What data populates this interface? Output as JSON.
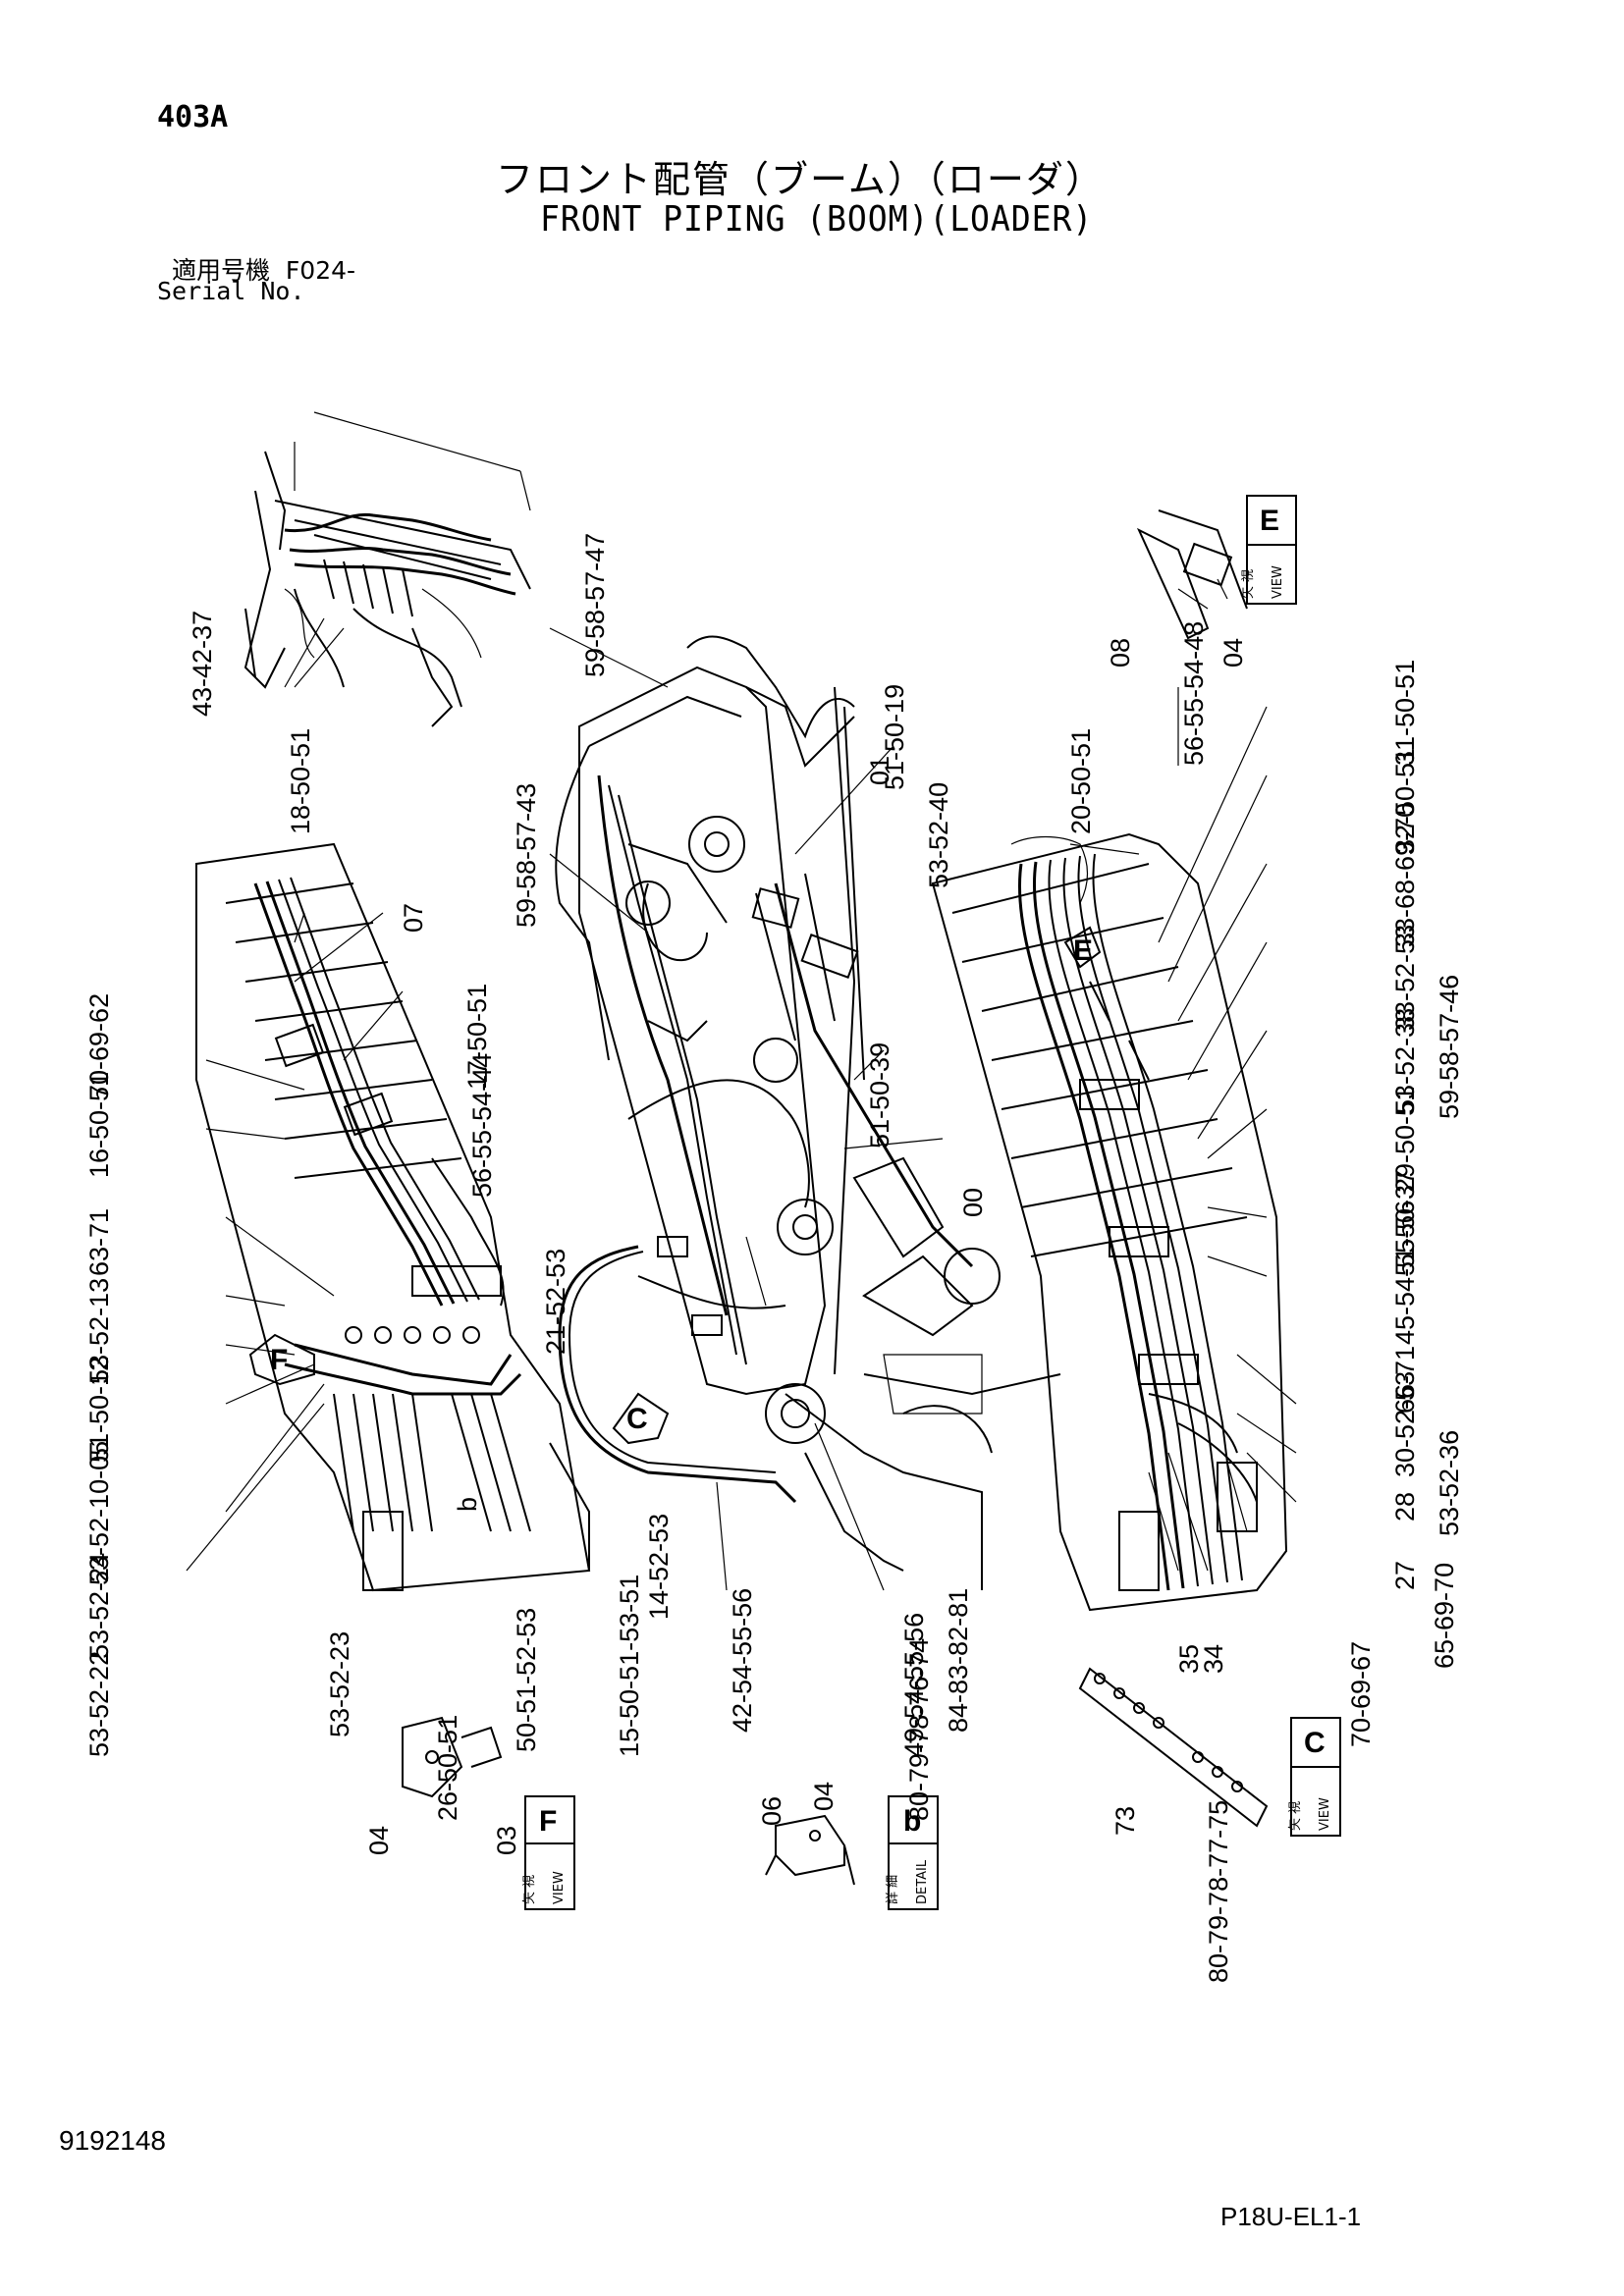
{
  "header": {
    "page_code": "403A",
    "title_jp": "フロント配管（ブーム）（ローダ）",
    "title_en": "FRONT PIPING (BOOM)(LOADER)",
    "serial_label_jp": "適用号機",
    "serial_value": "F024-",
    "serial_label_en": "Serial No."
  },
  "footer": {
    "doc_number": "9192148",
    "page_id": "P18U-EL1-1"
  },
  "view_boxes": [
    {
      "id": "E",
      "kind_jp": "矢 視",
      "kind_en": "VIEW"
    },
    {
      "id": "F",
      "kind_jp": "矢 視",
      "kind_en": "VIEW"
    },
    {
      "id": "b",
      "kind_jp": "詳 細",
      "kind_en": "DETAIL"
    },
    {
      "id": "C",
      "kind_jp": "矢 視",
      "kind_en": "VIEW"
    }
  ],
  "arrow_markers": [
    "F",
    "C",
    "E",
    "b"
  ],
  "callouts": [
    "43-42-37",
    "59-58-57-47",
    "08",
    "04",
    "18-50-51",
    "59-58-57-43",
    "01",
    "51-50-19",
    "56-55-54-48",
    "20-50-51",
    "31-50-51",
    "32-50-51",
    "33-68-69-70",
    "33-52-53",
    "53-52-40",
    "07",
    "53-52-38",
    "59-58-57-46",
    "70-69-62",
    "17-50-51",
    "56-55-54-44",
    "29-50-51",
    "16-50-51",
    "51-50-39",
    "51-50-37",
    "00",
    "45-54-55-56",
    "63-71",
    "66-71",
    "53-52-13",
    "21-52-53",
    "30-52-53",
    "51-50-12",
    "53-52-36",
    "53-52-10-05",
    "28",
    "27",
    "53-52-24",
    "65-69-70",
    "14-52-53",
    "b",
    "53-52-22",
    "53-52-23",
    "26-50-51",
    "50-51-52-53",
    "15-50-51-53-51",
    "42-54-55-56",
    "84-83-82-81",
    "49-54-55-56",
    "35",
    "34",
    "70-69-67",
    "06",
    "04",
    "80-79-78-76-74",
    "73",
    "04",
    "03",
    "80-79-78-77-75"
  ]
}
